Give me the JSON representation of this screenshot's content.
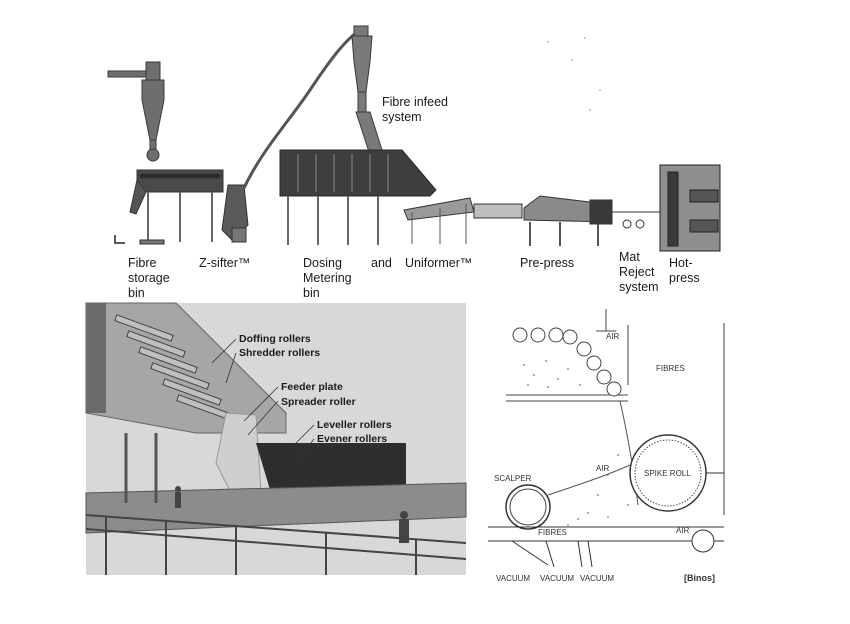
{
  "process_labels": {
    "fibre_storage_bin": "Fibre storage bin",
    "z_sifter": "Z-sifter™",
    "dosing_metering_bin": "Dosing Metering bin",
    "and": "and",
    "uniformer": "Uniformer™",
    "pre_press": "Pre-press",
    "mat_reject_system": "Mat Reject system",
    "hot_press": "Hot-press",
    "fibre_infeed_system": "Fibre infeed system"
  },
  "forming_callouts": [
    "Doffing rollers",
    "Shredder rollers",
    "Feeder plate",
    "Spreader roller",
    "Leveller rollers",
    "Evener rollers"
  ],
  "schematic_labels": {
    "air_top": "AIR",
    "fibres_top": "FIBRES",
    "air_mid": "AIR",
    "spike_roll": "SPIKE ROLL",
    "scalper": "SCALPER",
    "fibres_bottom": "FIBRES",
    "air_right": "AIR",
    "vacuum": [
      "VACUUM",
      "VACUUM",
      "VACUUM"
    ],
    "source": "[Binos]"
  }
}
